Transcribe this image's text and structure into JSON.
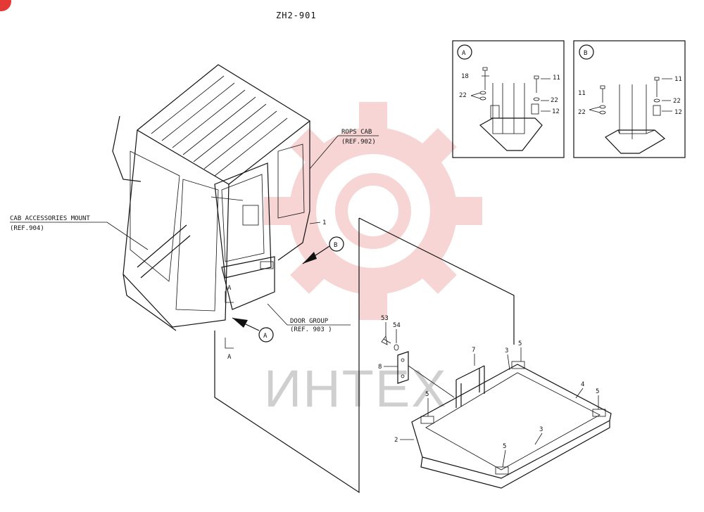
{
  "title": "ZH2-901",
  "watermark_text": "ИНТЕХ",
  "colors": {
    "line": "#111111",
    "watermark_gear": "#f2b3b3",
    "watermark_text": "#cfcfcf",
    "corner_badge": "#e53935"
  },
  "detail_a": {
    "letter": "A",
    "labels": {
      "p18": "18",
      "p11": "11",
      "p22a": "22",
      "p22b": "22",
      "p12": "12"
    }
  },
  "detail_b": {
    "letter": "B",
    "labels": {
      "p11a": "11",
      "p11b": "11",
      "p22a": "22",
      "p22b": "22",
      "p12": "12"
    }
  },
  "callouts": {
    "rops_cab_line1": "ROPS CAB",
    "rops_cab_line2": "(REF.902)",
    "cab_acc_line1": "CAB ACCESSORIES MOUNT",
    "cab_acc_line2": "(REF.904)",
    "door_group_line1": "DOOR GROUP",
    "door_group_line2": "(REF. 903   )",
    "view_a_marker": "A",
    "view_b_marker": "B",
    "section_a_upper": "A",
    "section_a_lower": "A"
  },
  "parts": {
    "p1": "1",
    "p2": "2",
    "p3a": "3",
    "p3b": "3",
    "p4": "4",
    "p5a": "5",
    "p5b": "5",
    "p5c": "5",
    "p5d": "5",
    "p7": "7",
    "p8": "8",
    "p53": "53",
    "p54": "54"
  }
}
